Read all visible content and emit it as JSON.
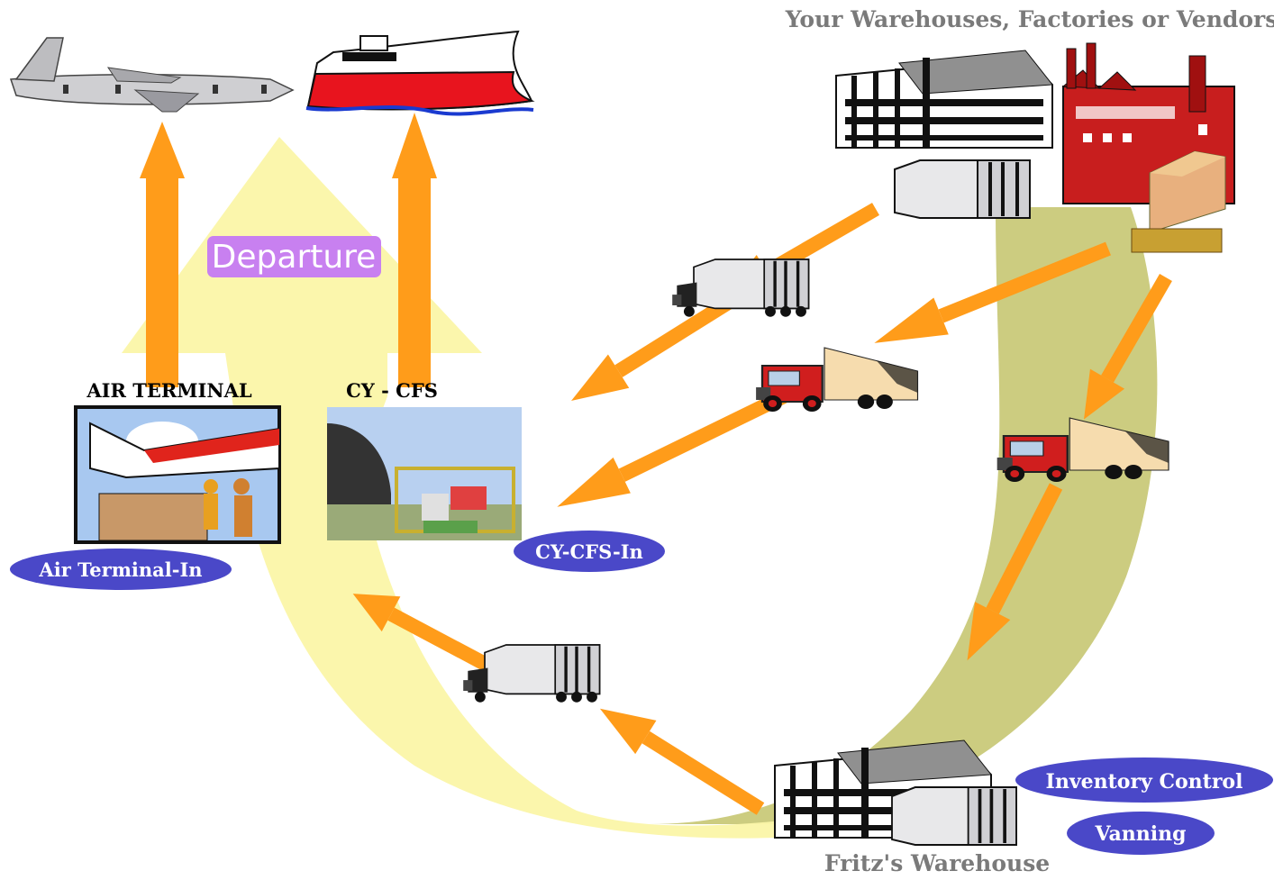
{
  "title": "Your Warehouses, Factories or Vendors",
  "departure": "Departure",
  "labels": {
    "air_terminal": "AIR TERMINAL",
    "cy_cfs": "CY - CFS",
    "fritz_warehouse": "Fritz's Warehouse"
  },
  "ovals": {
    "air_terminal_in": "Air Terminal-In",
    "cy_cfs_in": "CY-CFS-In",
    "inventory_control": "Inventory Control",
    "vanning": "Vanning"
  },
  "colors": {
    "yellow_flow": "#fbf5a8",
    "olive_flow": "#cccc80",
    "arrow": "#ff9c1a",
    "oval": "#4a48c8",
    "departure_badge": "#c880f0",
    "factory": "#c81e1e",
    "ship_hull": "#e8141e"
  },
  "icons": [
    "airplane-icon",
    "ship-icon",
    "warehouse-icon",
    "factory-icon",
    "container-icon",
    "cargo-box-icon",
    "truck-icon",
    "red-truck-icon",
    "air-terminal-scene-icon",
    "port-scene-icon"
  ]
}
